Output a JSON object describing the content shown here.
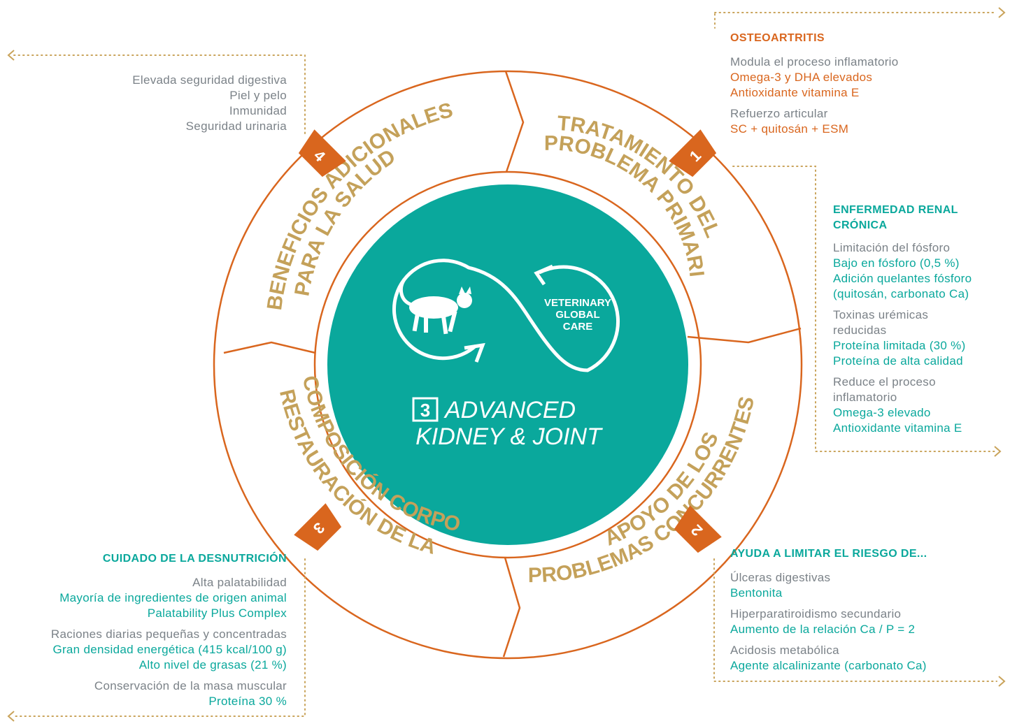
{
  "center": {
    "logo_line1": "VETERINARY",
    "logo_line2": "GLOBAL",
    "logo_line3": "CARE",
    "product_number": "3",
    "product_line1": "ADVANCED",
    "product_line2": "KIDNEY & JOINT"
  },
  "segments": [
    {
      "number": "1",
      "line1": "TRATAMIENTO DEL",
      "line2": "PROBLEMA PRIMARIO"
    },
    {
      "number": "2",
      "line1": "APOYO DE LOS",
      "line2": "PROBLEMAS CONCURRENTES"
    },
    {
      "number": "3",
      "line1": "RESTAURACIÓN DE LA",
      "line2": "COMPOSICIÓN CORPORAL"
    },
    {
      "number": "4",
      "line1": "BENEFICIOS ADICIONALES",
      "line2": "PARA LA SALUD"
    }
  ],
  "top_left": {
    "items": [
      "Elevada seguridad digestiva",
      "Piel y pelo",
      "Inmunidad",
      "Seguridad urinaria"
    ]
  },
  "osteoartritis": {
    "title": "OSTEOARTRITIS",
    "g1_label": "Modula el proceso inflamatorio",
    "g1_v1": "Omega-3 y DHA elevados",
    "g1_v2": "Antioxidante vitamina E",
    "g2_label": "Refuerzo articular",
    "g2_v1": "SC + quitosán + ESM"
  },
  "renal": {
    "title1": "ENFERMEDAD RENAL",
    "title2": "CRÓNICA",
    "g1_label": "Limitación del fósforo",
    "g1_v1": "Bajo en fósforo (0,5 %)",
    "g1_v2": "Adición quelantes fósforo",
    "g1_v3": "(quitosán, carbonato Ca)",
    "g2_label1": "Toxinas urémicas",
    "g2_label2": "reducidas",
    "g2_v1": "Proteína limitada (30 %)",
    "g2_v2": "Proteína de alta calidad",
    "g3_label1": "Reduce el proceso",
    "g3_label2": "inflamatorio",
    "g3_v1": "Omega-3 elevado",
    "g3_v2": "Antioxidante vitamina E"
  },
  "riesgo": {
    "title": "AYUDA A LIMITAR EL RIESGO DE...",
    "g1_label": "Úlceras digestivas",
    "g1_v1": "Bentonita",
    "g2_label": "Hiperparatiroidismo secundario",
    "g2_v1": "Aumento de la relación Ca / P = 2",
    "g3_label": "Acidosis metabólica",
    "g3_v1": "Agente alcalinizante (carbonato Ca)"
  },
  "desnutricion": {
    "title": "CUIDADO DE LA DESNUTRICIÓN",
    "g1_label": "Alta palatabilidad",
    "g1_v1": "Mayoría de ingredientes de origen animal",
    "g1_v2": "Palatability Plus Complex",
    "g2_label": "Raciones diarias pequeñas y concentradas",
    "g2_v1": "Gran densidad energética (415 kcal/100 g)",
    "g2_v2": "Alto nivel de grasas (21 %)",
    "g3_label": "Conservación de la masa muscular",
    "g3_v1": "Proteína 30 %"
  },
  "colors": {
    "teal": "#0aa89c",
    "orange": "#d9661e",
    "gold": "#c4a15a",
    "grey": "#7b8288",
    "dots": "#c9a35a"
  }
}
